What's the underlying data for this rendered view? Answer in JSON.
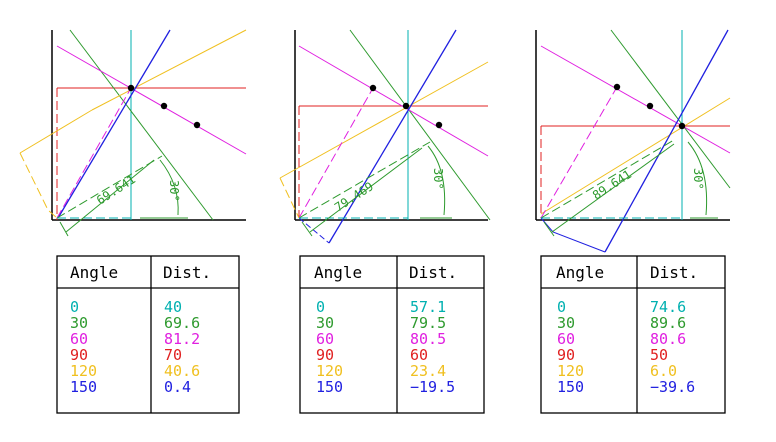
{
  "colors": {
    "0": "#00b0b0",
    "30": "#2e9a2e",
    "60": "#e020e0",
    "90": "#e02020",
    "120": "#f0c020",
    "150": "#2020e0",
    "axis": "#000000"
  },
  "panels": [
    {
      "dim_label": "69.641",
      "angle_label": "30°",
      "table": {
        "headers": [
          "Angle",
          "Dist."
        ],
        "rows": [
          {
            "angle": "0",
            "dist": "40"
          },
          {
            "angle": "30",
            "dist": "69.6"
          },
          {
            "angle": "60",
            "dist": "81.2"
          },
          {
            "angle": "90",
            "dist": "70"
          },
          {
            "angle": "120",
            "dist": "40.6"
          },
          {
            "angle": "150",
            "dist": "0.4"
          }
        ]
      }
    },
    {
      "dim_label": "79.469",
      "angle_label": "30°",
      "table": {
        "headers": [
          "Angle",
          "Dist."
        ],
        "rows": [
          {
            "angle": "0",
            "dist": "57.1"
          },
          {
            "angle": "30",
            "dist": "79.5"
          },
          {
            "angle": "60",
            "dist": "80.5"
          },
          {
            "angle": "90",
            "dist": "60"
          },
          {
            "angle": "120",
            "dist": "23.4"
          },
          {
            "angle": "150",
            "dist": "−19.5"
          }
        ]
      }
    },
    {
      "dim_label": "89.641",
      "angle_label": "30°",
      "table": {
        "headers": [
          "Angle",
          "Dist."
        ],
        "rows": [
          {
            "angle": "0",
            "dist": "74.6"
          },
          {
            "angle": "30",
            "dist": "89.6"
          },
          {
            "angle": "60",
            "dist": "80.6"
          },
          {
            "angle": "90",
            "dist": "50"
          },
          {
            "angle": "120",
            "dist": "6.0"
          },
          {
            "angle": "150",
            "dist": "−39.6"
          }
        ]
      }
    }
  ]
}
